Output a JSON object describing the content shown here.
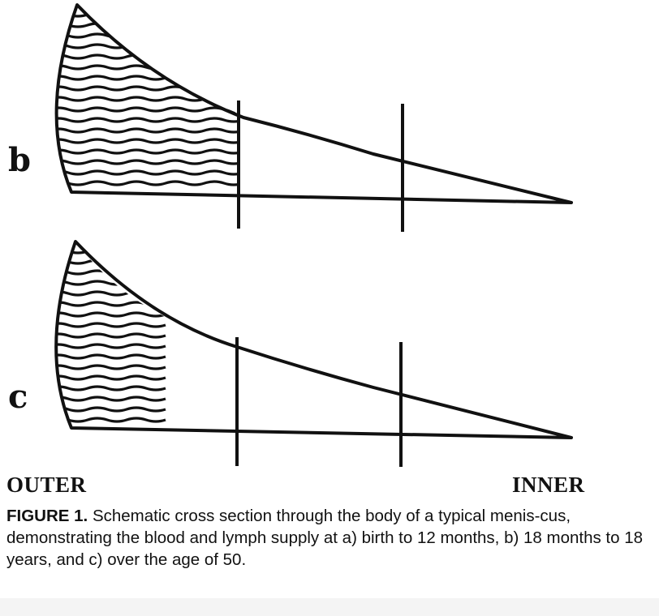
{
  "panels": [
    {
      "label": "b"
    },
    {
      "label": "c"
    }
  ],
  "axis": {
    "left_label": "OUTER",
    "right_label": "INNER"
  },
  "caption": {
    "figure_number": "FIGURE 1.",
    "text": " Schematic cross section through the body of a typical menis-cus, demonstrating the blood and lymph supply at a) birth to 12 months, b) 18 months to 18 years, and c) over the age of 50."
  },
  "colors": {
    "ink": "#111111",
    "background": "#ffffff"
  }
}
